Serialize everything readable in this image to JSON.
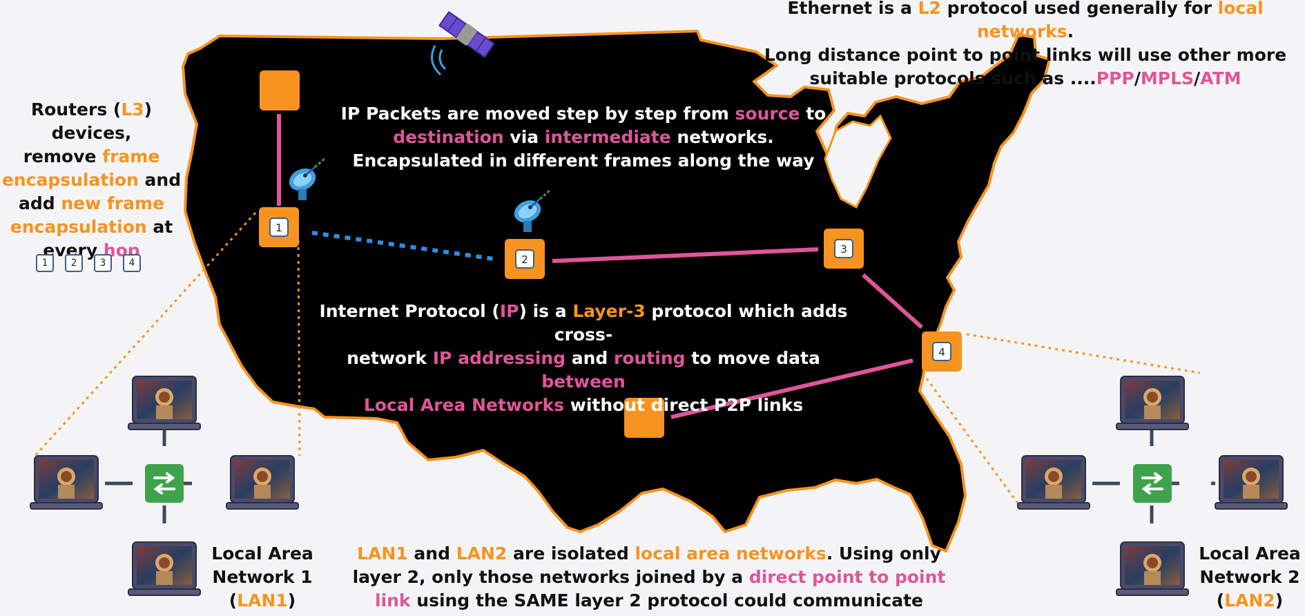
{
  "colors": {
    "accent_orange": "#f7931e",
    "accent_pink": "#e0559a",
    "map": "#000000",
    "link_blue": "#2f8ee0",
    "switch_green": "#3fa34d"
  },
  "top_note": {
    "l1a": "Ethernet is a ",
    "l1b": "L2",
    "l1c": " protocol used generally for ",
    "l1d": "local networks",
    "l1e": ".",
    "l2": "Long distance point to point links will use other more",
    "l3a": "suitable protocols such as ....",
    "l3b": "PPP",
    "l3c": "/",
    "l3d": "MPLS",
    "l3e": "/",
    "l3f": "ATM"
  },
  "routers_note": {
    "l1a": "Routers (",
    "l1b": "L3",
    "l1c": ") devices,",
    "l2a": "remove ",
    "l2b": "frame",
    "l3a": "encapsulation",
    "l3b": " and",
    "l4a": "add ",
    "l4b": "new frame",
    "l5a": "encapsulation",
    "l5b": " at",
    "l6a": "every ",
    "l6b": "hop"
  },
  "legend_boxes": [
    "1",
    "2",
    "3",
    "4"
  ],
  "packets_note": {
    "l1a": "IP Packets are moved step by step from ",
    "l1b": "source",
    "l1c": " to",
    "l2a": "destination",
    "l2b": " via ",
    "l2c": "intermediate",
    "l2d": " networks.",
    "l3": "Encapsulated in different frames along the way"
  },
  "ip_note": {
    "l1a": "Internet Protocol (",
    "l1b": "IP",
    "l1c": ") is a ",
    "l1d": "Layer-3",
    "l1e": " protocol which adds cross-",
    "l2a": "network ",
    "l2b": "IP addressing",
    "l2c": " and ",
    "l2d": "routing",
    "l2e": " to move data ",
    "l2f": "between",
    "l3a": "Local Area Networks",
    "l3b": " without direct P2P links"
  },
  "lan_note": {
    "l1a": "LAN1",
    "l1b": " and ",
    "l1c": "LAN2",
    "l1d": " are isolated ",
    "l1e": "local area networks",
    "l1f": ". Using only",
    "l2a": "layer 2, only those networks joined by a ",
    "l2b": "direct point to point",
    "l3a": "link",
    "l3b": " using the SAME layer 2 protocol could communicate"
  },
  "lan1": {
    "l1": "Local Area",
    "l2": "Network 1",
    "l3a": "(",
    "l3b": "LAN1",
    "l3c": ")"
  },
  "lan2": {
    "l1": "Local Area",
    "l2": "Network 2",
    "l3a": "(",
    "l3b": "LAN2",
    "l3c": ")"
  },
  "routers": [
    {
      "label": "1"
    },
    {
      "label": "2"
    },
    {
      "label": "3"
    },
    {
      "label": "4"
    }
  ]
}
